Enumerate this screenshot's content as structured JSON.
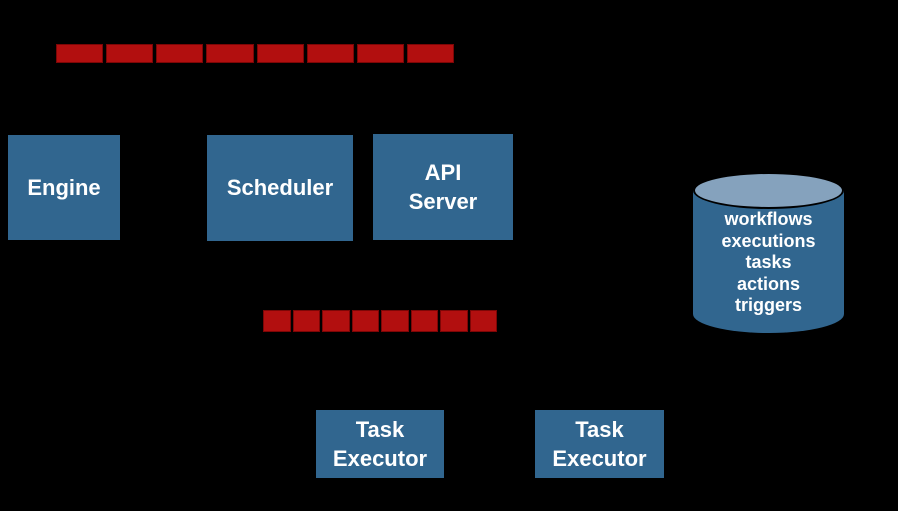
{
  "diagram": {
    "colors": {
      "background": "#000000",
      "box": "#31668F",
      "label_text": "#FFFFFF",
      "queue_segment": "#B20F0F",
      "cylinder_body": "#31668F",
      "cylinder_top": "#85A2BD"
    },
    "queues": {
      "top": {
        "segments": 8
      },
      "bottom": {
        "segments": 8
      }
    },
    "components": {
      "engine": {
        "label": "Engine"
      },
      "scheduler": {
        "label": "Scheduler"
      },
      "api_server": {
        "label": "API Server"
      },
      "task_executor_1": {
        "label": "Task Executor"
      },
      "task_executor_2": {
        "label": "Task Executor"
      }
    },
    "datastore": {
      "items": [
        "workflows",
        "executions",
        "tasks",
        "actions",
        "triggers"
      ]
    }
  }
}
